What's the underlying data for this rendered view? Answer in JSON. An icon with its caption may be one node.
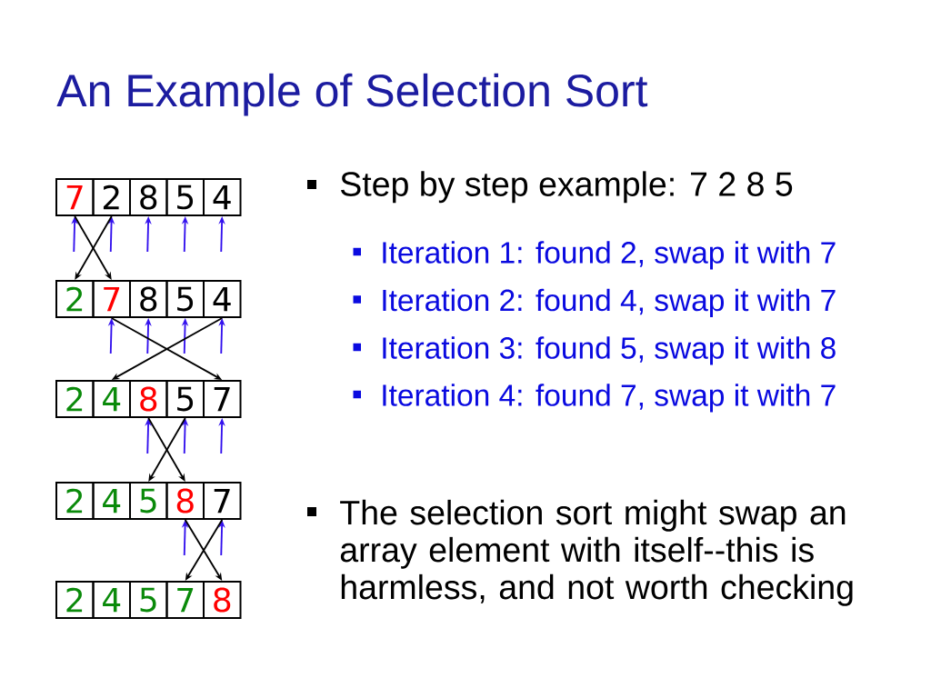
{
  "diagram": {
    "title": "An Example of Selection Sort",
    "nodes": [
      {
        "text": [
          "7"
        ]
      },
      {
        "text": [
          "2"
        ]
      },
      {
        "text": [
          "8"
        ]
      },
      {
        "text": [
          "5"
        ]
      },
      {
        "text": [
          "4"
        ]
      },
      {
        "text": [
          "2"
        ]
      },
      {
        "text": [
          "7"
        ]
      },
      {
        "text": [
          "8"
        ]
      },
      {
        "text": [
          "5"
        ]
      },
      {
        "text": [
          "4"
        ]
      },
      {
        "text": [
          "2"
        ]
      },
      {
        "text": [
          "4"
        ]
      },
      {
        "text": [
          "8"
        ]
      },
      {
        "text": [
          "5"
        ]
      },
      {
        "text": [
          "7"
        ]
      },
      {
        "text": [
          "2"
        ]
      },
      {
        "text": [
          "4"
        ]
      },
      {
        "text": [
          "5"
        ]
      },
      {
        "text": [
          "8"
        ]
      },
      {
        "text": [
          "7"
        ]
      },
      {
        "text": [
          "2"
        ]
      },
      {
        "text": [
          "4"
        ]
      },
      {
        "text": [
          "5"
        ]
      },
      {
        "text": [
          "7"
        ]
      },
      {
        "text": [
          "8"
        ]
      }
    ],
    "edges": [
      {
        "from": null,
        "to": 0,
        "arrow": "to"
      },
      {
        "from": null,
        "to": 1,
        "arrow": "to"
      },
      {
        "from": null,
        "to": 2,
        "arrow": "to"
      },
      {
        "from": null,
        "to": 3,
        "arrow": "to"
      },
      {
        "from": null,
        "to": 4,
        "arrow": "to"
      },
      {
        "from": 0,
        "to": 6,
        "arrow": "to",
        "color": "#000000"
      },
      {
        "from": 1,
        "to": 5,
        "arrow": "to",
        "color": "#000000"
      },
      {
        "from": null,
        "to": 6,
        "arrow": "to"
      },
      {
        "from": null,
        "to": 7,
        "arrow": "to"
      },
      {
        "from": null,
        "to": 8,
        "arrow": "to"
      },
      {
        "from": null,
        "to": 9,
        "arrow": "to"
      },
      {
        "from": 6,
        "to": 14,
        "arrow": "to",
        "color": "#000000"
      },
      {
        "from": 9,
        "to": 11,
        "arrow": "to",
        "color": "#000000"
      },
      {
        "from": null,
        "to": 12,
        "arrow": "to"
      },
      {
        "from": null,
        "to": 13,
        "arrow": "to"
      },
      {
        "from": null,
        "to": 14,
        "arrow": "to"
      },
      {
        "from": 12,
        "to": 18,
        "arrow": "to",
        "color": "#000000"
      },
      {
        "from": 13,
        "to": 17,
        "arrow": "to",
        "color": "#000000"
      },
      {
        "from": null,
        "to": 18,
        "arrow": "to"
      },
      {
        "from": null,
        "to": 19,
        "arrow": "to"
      },
      {
        "from": 18,
        "to": 24,
        "arrow": "to",
        "color": "#000000"
      },
      {
        "from": 19,
        "to": 23,
        "arrow": "to",
        "color": "#000000"
      }
    ],
    "labels": [
      "Step by step example: 7 2 8 5",
      "Iteration 1: found 2, swap it with 7",
      "Iteration 2: found 4, swap it with 7",
      "Iteration 3: found 5, swap it with 8",
      "Iteration 4: found 7, swap it with 7",
      "The selection sort might swap an array element with itself--this is harmless, and not worth checking"
    ]
  }
}
